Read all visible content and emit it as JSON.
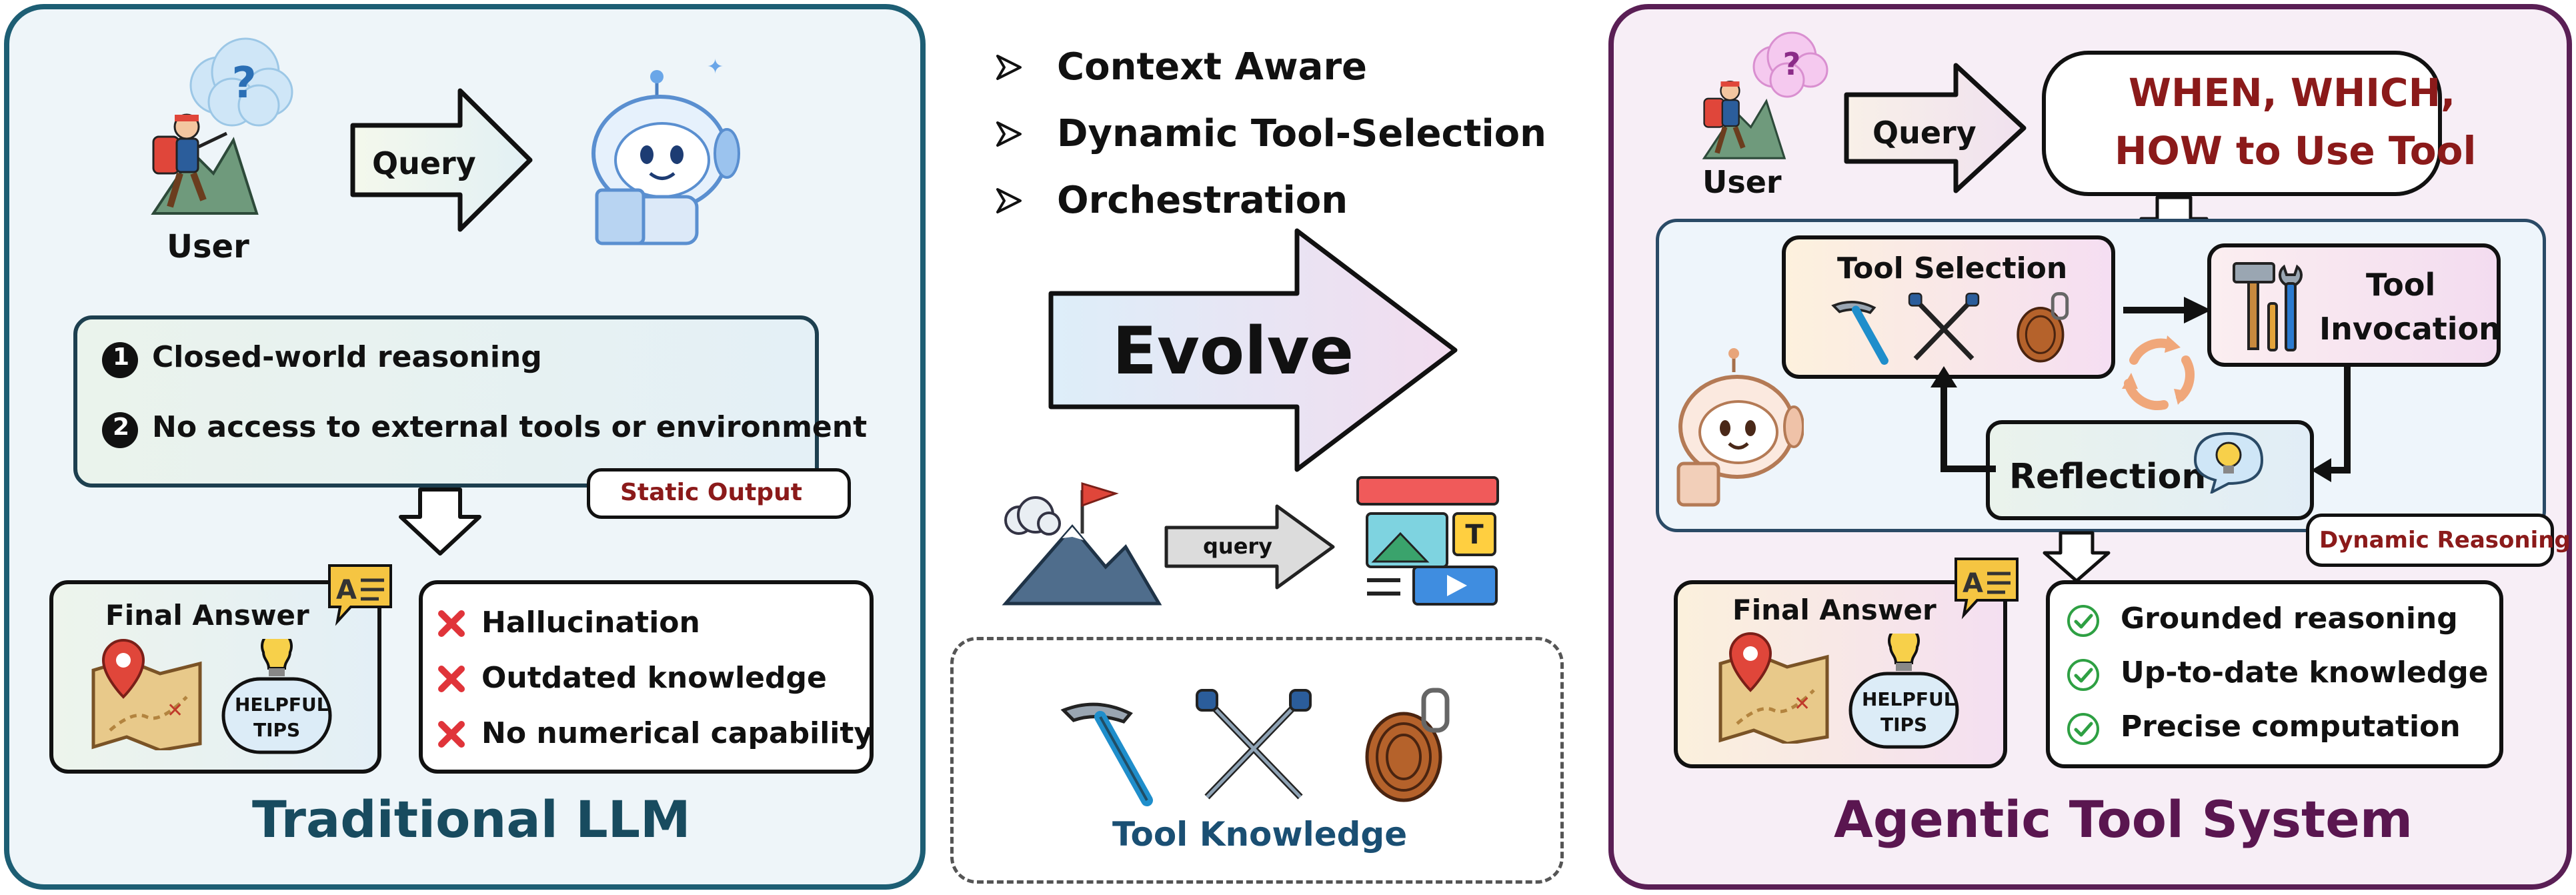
{
  "colors": {
    "left_border": "#1d5e74",
    "left_bg": "#eef5f9",
    "right_border": "#5a1f55",
    "right_bg": "#f7eef6",
    "title_left": "#184b5f",
    "title_right": "#5a1650",
    "dark_red": "#8b1a1a",
    "red_x": "#e0343a",
    "green_check": "#2ea043",
    "tool_blue": "#1a4f73"
  },
  "left": {
    "user_label": "User",
    "query_label": "Query",
    "reasons": [
      {
        "num": "1",
        "text": "Closed-world reasoning"
      },
      {
        "num": "2",
        "text": "No access to external tools or environment"
      }
    ],
    "static_output": "Static Output",
    "final_answer": "Final Answer",
    "helpful_tips": [
      "HELPFUL",
      "TIPS"
    ],
    "problems": [
      "Hallucination",
      "Outdated knowledge",
      "No numerical capability"
    ],
    "title": "Traditional LLM"
  },
  "middle": {
    "features": [
      "Context Aware",
      "Dynamic Tool-Selection",
      "Orchestration"
    ],
    "evolve": "Evolve",
    "query_small": "query",
    "tool_knowledge": "Tool Knowledge"
  },
  "right": {
    "user_label": "User",
    "query_label": "Query",
    "question_lines": [
      "WHEN, WHICH,",
      "HOW to Use Tool"
    ],
    "tool_selection": "Tool Selection",
    "tool_invocation": [
      "Tool",
      "Invocation"
    ],
    "reflection": "Reflection",
    "dynamic_reasoning": "Dynamic Reasoning",
    "final_answer": "Final Answer",
    "helpful_tips": [
      "HELPFUL",
      "TIPS"
    ],
    "benefits": [
      "Grounded reasoning",
      "Up-to-date knowledge",
      "Precise computation"
    ],
    "title": "Agentic Tool System"
  },
  "icons": [
    "question-cloud-icon",
    "hiker-icon",
    "robot-icon",
    "qa-badge-icon",
    "map-icon",
    "helpful-tips-icon",
    "cross-icon",
    "check-icon",
    "ice-axe-icon",
    "trekking-poles-icon",
    "rope-icon",
    "tools-icon",
    "cycle-icon",
    "lightbulb-icon",
    "mountain-icon",
    "media-icon",
    "arrowhead-icon"
  ]
}
